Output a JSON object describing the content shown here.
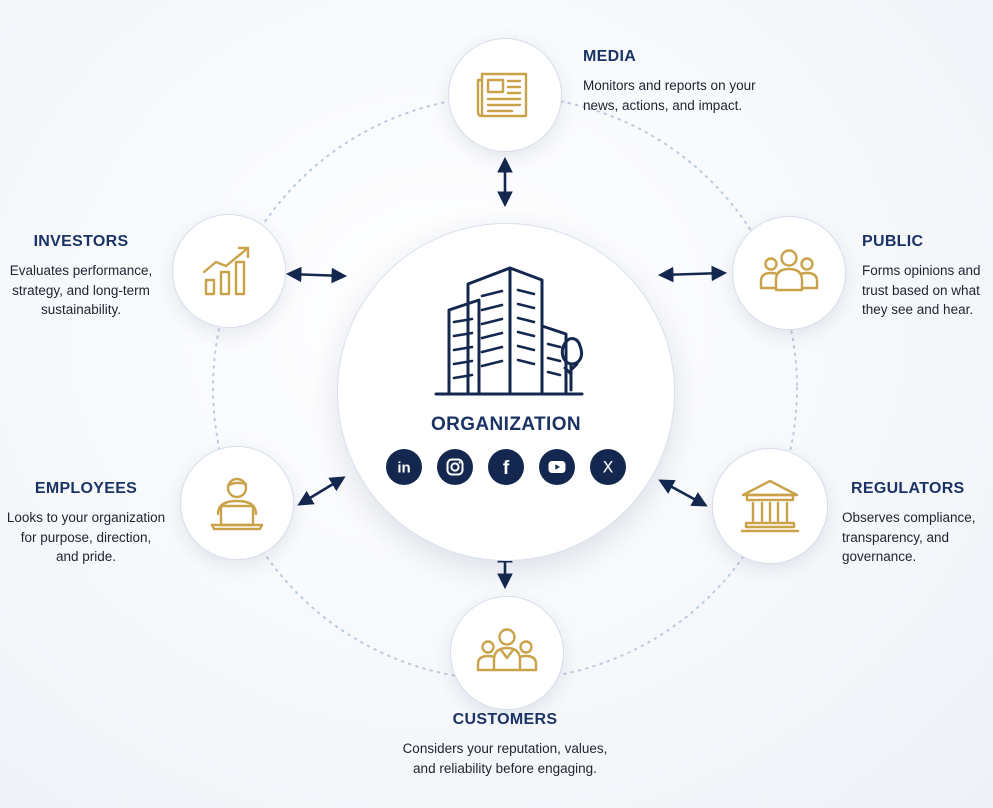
{
  "colors": {
    "navy": "#14284f",
    "gold": "#c9a24a",
    "ring": "#bcc9dd"
  },
  "center": {
    "title": "ORGANIZATION",
    "icon": "office-buildings-icon",
    "social": [
      {
        "name": "linkedin-icon",
        "text": "in"
      },
      {
        "name": "instagram-icon"
      },
      {
        "name": "facebook-icon",
        "text": "f"
      },
      {
        "name": "youtube-icon"
      },
      {
        "name": "x-icon",
        "text": "X"
      }
    ]
  },
  "stakeholders": {
    "media": {
      "title": "MEDIA",
      "line1": "Monitors and reports on your",
      "line2": "news, actions, and impact.",
      "icon": "newspaper-icon"
    },
    "public": {
      "title": "PUBLIC",
      "line1": "Forms opinions and",
      "line2": "trust based on what",
      "line3": "they see and hear.",
      "icon": "people-group-icon"
    },
    "regulators": {
      "title": "REGULATORS",
      "line1": "Observes compliance,",
      "line2": "transparency, and",
      "line3": "governance.",
      "icon": "government-building-icon"
    },
    "customers": {
      "title": "CUSTOMERS",
      "line1": "Considers your reputation, values,",
      "line2": "and reliability before engaging.",
      "icon": "customers-group-icon"
    },
    "employees": {
      "title": "EMPLOYEES",
      "line1": "Looks to your organization",
      "line2": "for purpose, direction,",
      "line3": "and pride.",
      "icon": "employee-laptop-icon"
    },
    "investors": {
      "title": "INVESTORS",
      "line1": "Evaluates performance,",
      "line2": "strategy, and long-term",
      "line3": "sustainability.",
      "icon": "growth-chart-icon"
    }
  }
}
